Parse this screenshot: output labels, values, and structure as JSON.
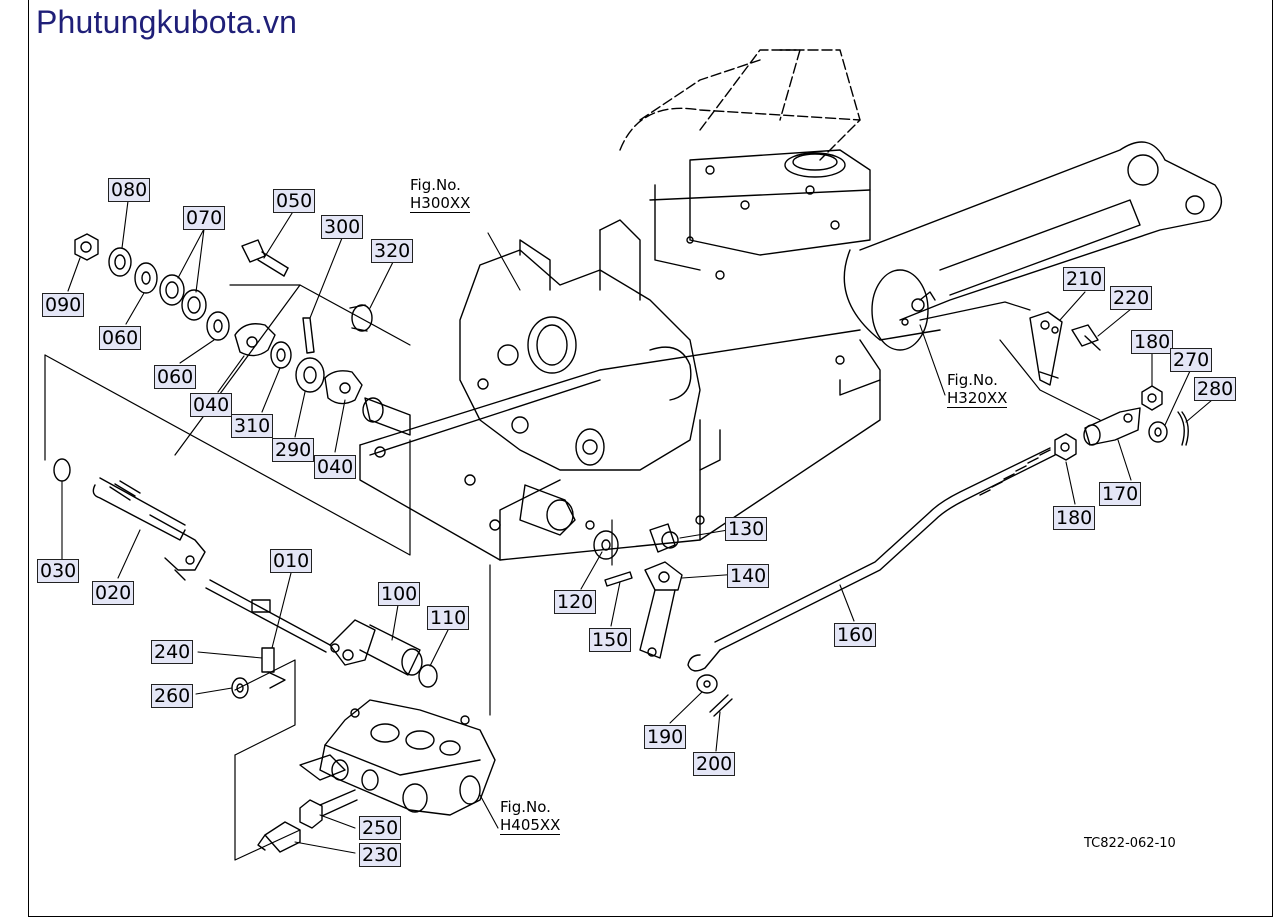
{
  "site_title": "Phutungkubota.vn",
  "drawing_code": "TC822-062-10",
  "fig_refs": [
    {
      "prefix": "Fig.No.",
      "number": "H300XX"
    },
    {
      "prefix": "Fig.No.",
      "number": "H320XX"
    },
    {
      "prefix": "Fig.No.",
      "number": "H405XX"
    }
  ],
  "parts": [
    "080",
    "070",
    "050",
    "300",
    "320",
    "090",
    "060",
    "060",
    "040",
    "310",
    "290",
    "040",
    "030",
    "020",
    "010",
    "240",
    "260",
    "100",
    "110",
    "250",
    "230",
    "210",
    "220",
    "180",
    "270",
    "280",
    "170",
    "180",
    "130",
    "140",
    "120",
    "150",
    "160",
    "190",
    "200"
  ]
}
